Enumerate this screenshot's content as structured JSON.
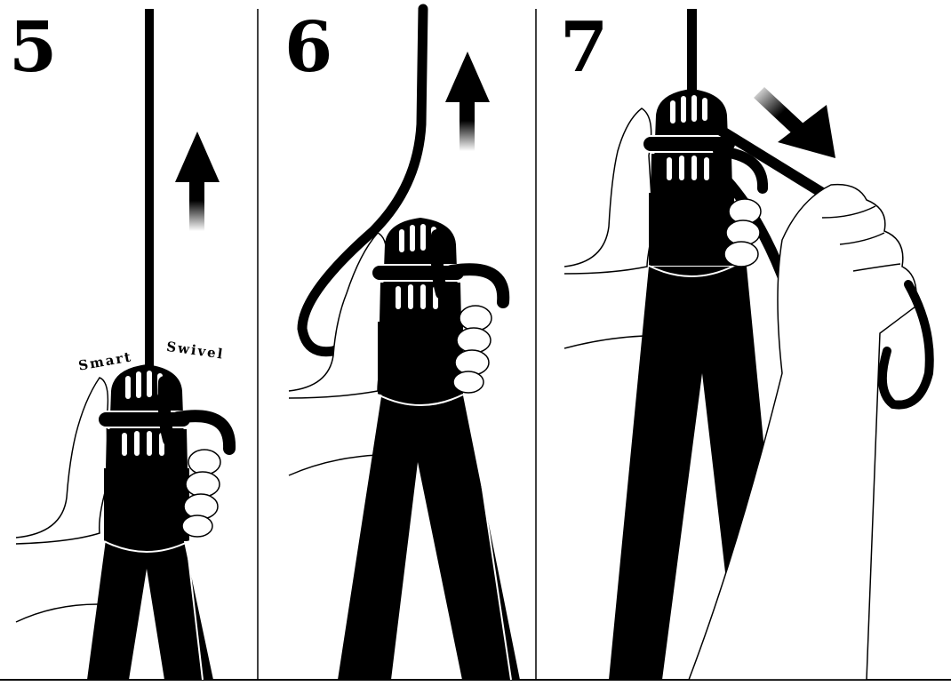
{
  "steps": [
    {
      "number": "5",
      "arrow_direction": "up"
    },
    {
      "number": "6",
      "arrow_direction": "up"
    },
    {
      "number": "7",
      "arrow_direction": "down-right"
    }
  ],
  "brand_label": {
    "word1": "Smart",
    "word2": "Swivel"
  },
  "colors": {
    "ink": "#000000",
    "paper": "#ffffff"
  },
  "icons": [
    "arrow-up-icon",
    "arrow-down-right-icon",
    "pole-grip-icon",
    "hand-icon",
    "rope-icon"
  ]
}
